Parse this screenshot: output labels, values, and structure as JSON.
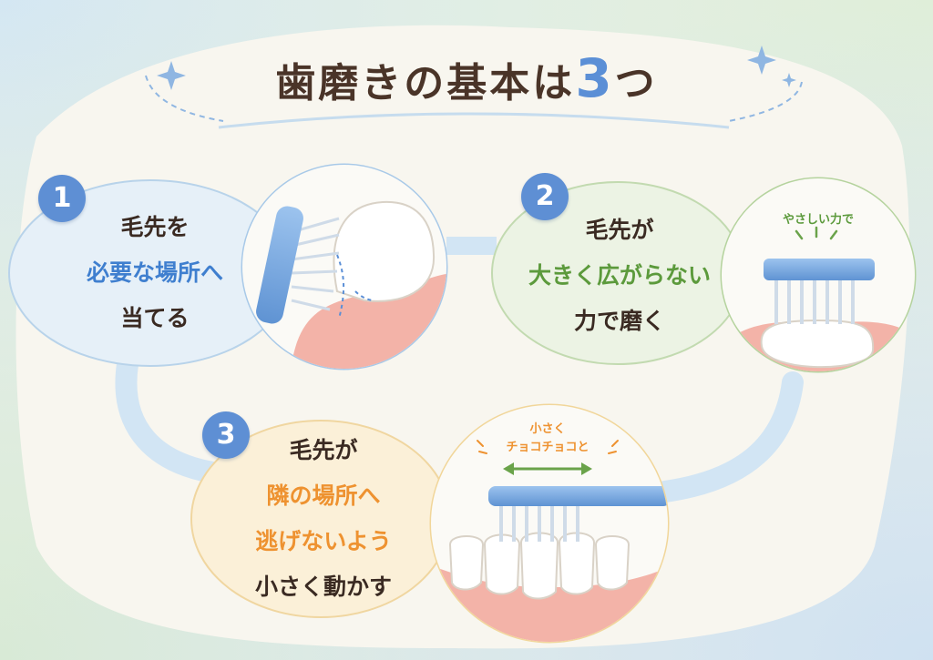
{
  "title": {
    "main": "歯磨きの基本は",
    "number": "3",
    "suffix": "つ"
  },
  "steps": [
    {
      "number": "1",
      "lines": [
        "毛先を",
        "必要な場所へ",
        "当てる"
      ]
    },
    {
      "number": "2",
      "lines": [
        "毛先が",
        "大きく広がらない",
        "力で磨く"
      ],
      "note": "やさしい力で"
    },
    {
      "number": "3",
      "lines": [
        "毛先が",
        "隣の場所へ",
        "逃げないよう",
        "小さく動かす"
      ],
      "note_line1": "小さく",
      "note_line2": "チョコチョコと"
    }
  ],
  "colors": {
    "title": "#4a3428",
    "accent_blue": "#5b8fd6",
    "step1_highlight": "#3f7fcf",
    "step2_highlight": "#5c9a3c",
    "step3_highlight": "#ee9230"
  }
}
